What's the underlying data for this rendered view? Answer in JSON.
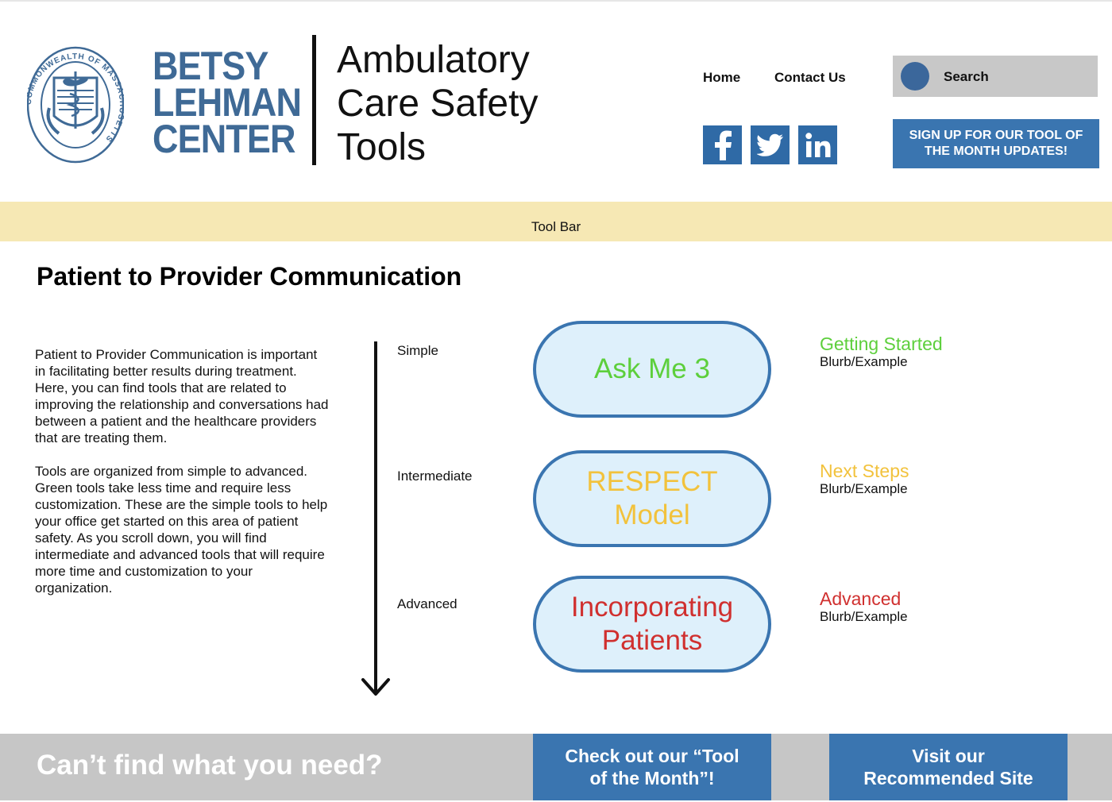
{
  "header": {
    "brand_lines": [
      "BETSY",
      "LEHMAN",
      "CENTER"
    ],
    "seal_text": "COMMONWEALTH OF MASSACHUSETTS",
    "site_title_lines": [
      "Ambulatory",
      "Care Safety",
      "Tools"
    ],
    "nav": {
      "home": "Home",
      "contact": "Contact Us"
    },
    "social": [
      "facebook-icon",
      "twitter-icon",
      "linkedin-icon"
    ],
    "search": {
      "label": "Search"
    },
    "signup_lines": [
      "SIGN UP FOR OUR TOOL OF",
      "THE MONTH UPDATES!"
    ]
  },
  "toolbar": {
    "label": "Tool Bar"
  },
  "main": {
    "title": "Patient to Provider Communication",
    "paragraphs": [
      "Patient to Provider Communication is important in facilitating better results during treatment. Here, you can find tools that are related to improving the relationship and conversations had between a patient and the healthcare providers that are treating them.",
      "Tools are organized from simple to advanced. Green tools take less time and require less customization. These are the simple tools to help your office get started on this area of patient safety. As you scroll down, you will find intermediate and advanced tools that will require more time and customization to your organization."
    ],
    "levels": [
      "Simple",
      "Intermediate",
      "Advanced"
    ],
    "tools": [
      {
        "lines": [
          "Ask Me 3"
        ],
        "color": "#5dcf3c",
        "tier_title": "Getting Started",
        "tier_blurb": "Blurb/Example"
      },
      {
        "lines": [
          "RESPECT",
          "Model"
        ],
        "color": "#f2c23c",
        "tier_title": "Next Steps",
        "tier_blurb": "Blurb/Example"
      },
      {
        "lines": [
          "Incorporating",
          "Patients"
        ],
        "color": "#d0302f",
        "tier_title": "Advanced",
        "tier_blurb": "Blurb/Example"
      }
    ]
  },
  "footer": {
    "question": "Can’t find what you need?",
    "tool_month_lines": [
      "Check out our “Tool",
      "of the Month”!"
    ],
    "recommended_lines": [
      "Visit our",
      "Recommended Site"
    ]
  },
  "colors": {
    "brand_blue": "#3f6a96",
    "button_blue": "#3a75b0",
    "toolbar_bg": "#f6e8b4",
    "footer_bg": "#c6c6c6",
    "pill_bg": "#def0fb"
  }
}
